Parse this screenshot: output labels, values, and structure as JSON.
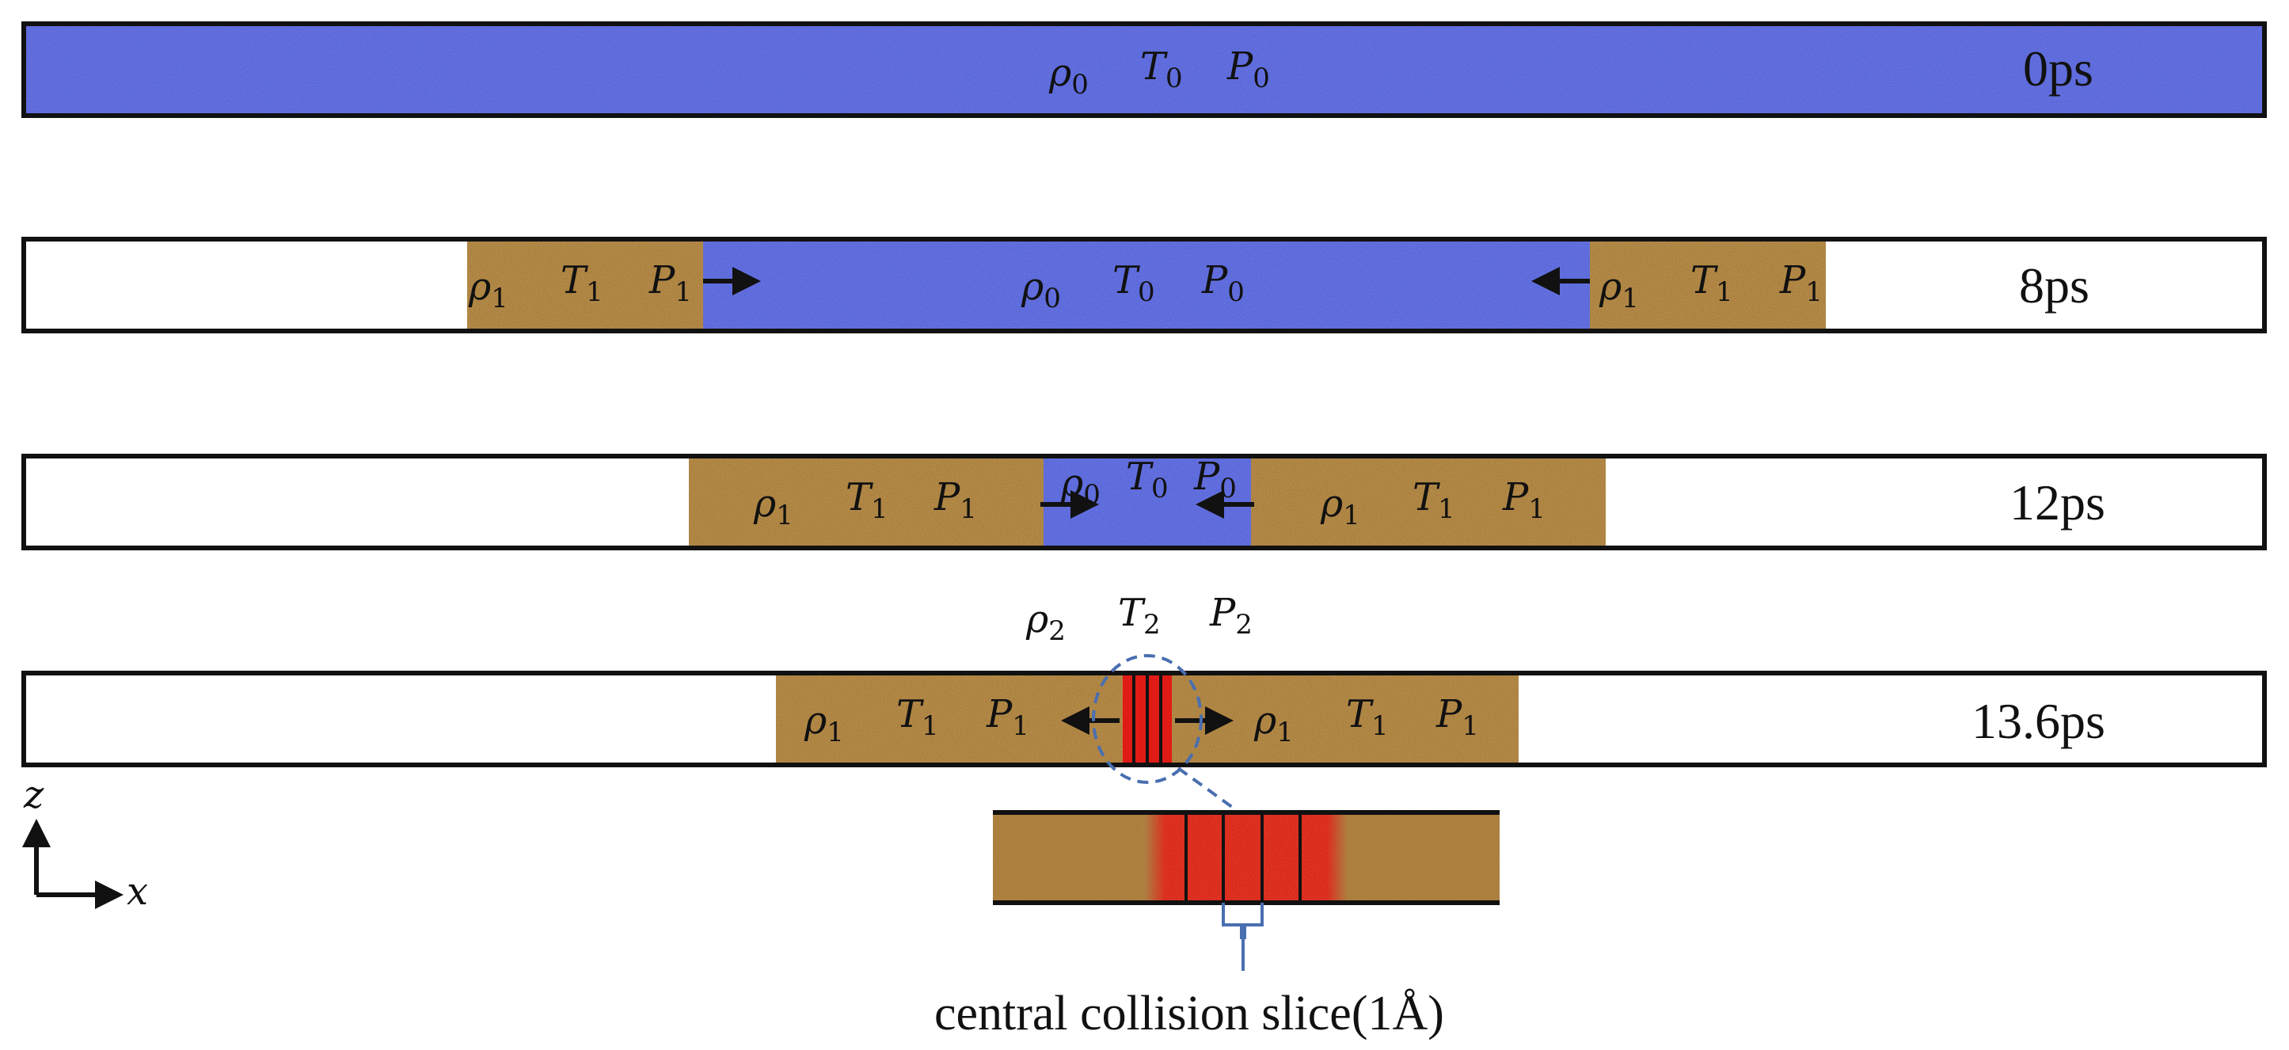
{
  "colors": {
    "cold": "#5662d6",
    "shocked": "#a8783a",
    "collision": "#e01b16",
    "outline": "#111111",
    "leader": "#4a6fb0"
  },
  "symbols": {
    "rho": "ρ",
    "T": "T",
    "P": "P"
  },
  "frames": [
    {
      "time": "0ps"
    },
    {
      "time": "8ps"
    },
    {
      "time": "12ps"
    },
    {
      "time": "13.6ps"
    }
  ],
  "state_index": {
    "cold": "0",
    "shocked": "1",
    "collision": "2"
  },
  "axes": {
    "vertical": "z",
    "horizontal": "x"
  },
  "caption": "central collision slice(1Å)"
}
